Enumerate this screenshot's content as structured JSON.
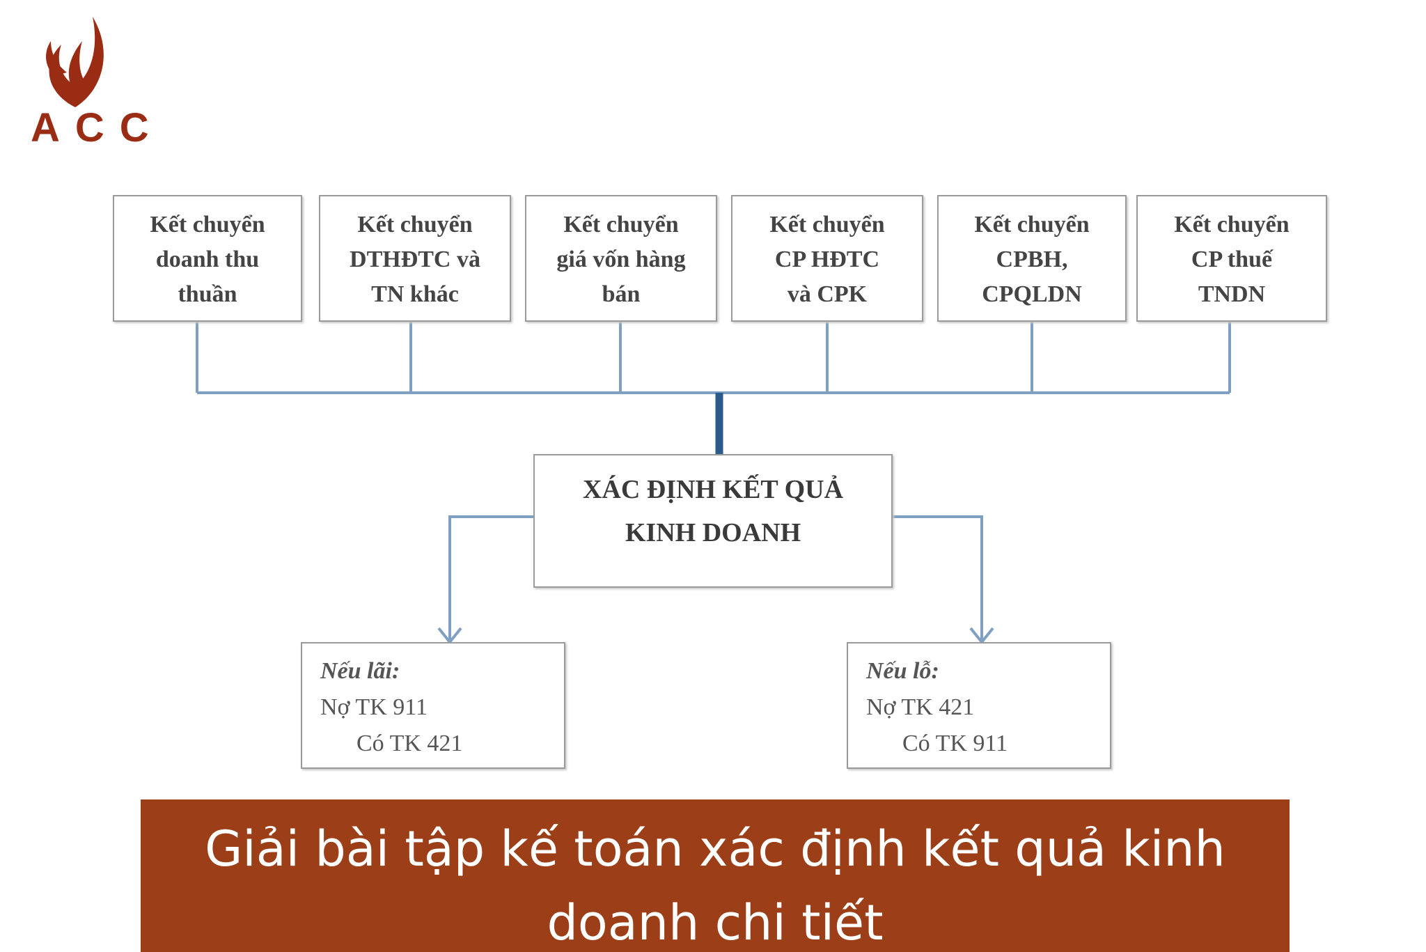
{
  "logo": {
    "text": "ACC",
    "brand_color": "#9b2c14"
  },
  "diagram": {
    "sources": [
      {
        "lines": [
          "Kết chuyển",
          "doanh thu",
          "thuần"
        ]
      },
      {
        "lines": [
          "Kết chuyển",
          "DTHĐTC và",
          "TN khác"
        ]
      },
      {
        "lines": [
          "Kết chuyển",
          "giá vốn hàng",
          "bán"
        ]
      },
      {
        "lines": [
          "Kết chuyển",
          "CP HĐTC",
          "và CPK"
        ]
      },
      {
        "lines": [
          "Kết chuyển",
          "CPBH,",
          "CPQLDN"
        ]
      },
      {
        "lines": [
          "Kết chuyển",
          "CP thuế",
          "TNDN"
        ]
      }
    ],
    "center": {
      "lines": [
        "XÁC ĐỊNH KẾT QUẢ",
        "KINH DOANH"
      ]
    },
    "results": [
      {
        "condition": "Nếu lãi:",
        "debit": "Nợ TK 911",
        "credit": "Có TK 421"
      },
      {
        "condition": "Nếu lỗ:",
        "debit": "Nợ TK 421",
        "credit": "Có TK 911"
      }
    ],
    "line_color": "#6f93b8"
  },
  "banner": {
    "text": "Giải bài tập kế toán xác định kết quả kinh doanh chi tiết",
    "color": "#9c3f18"
  }
}
